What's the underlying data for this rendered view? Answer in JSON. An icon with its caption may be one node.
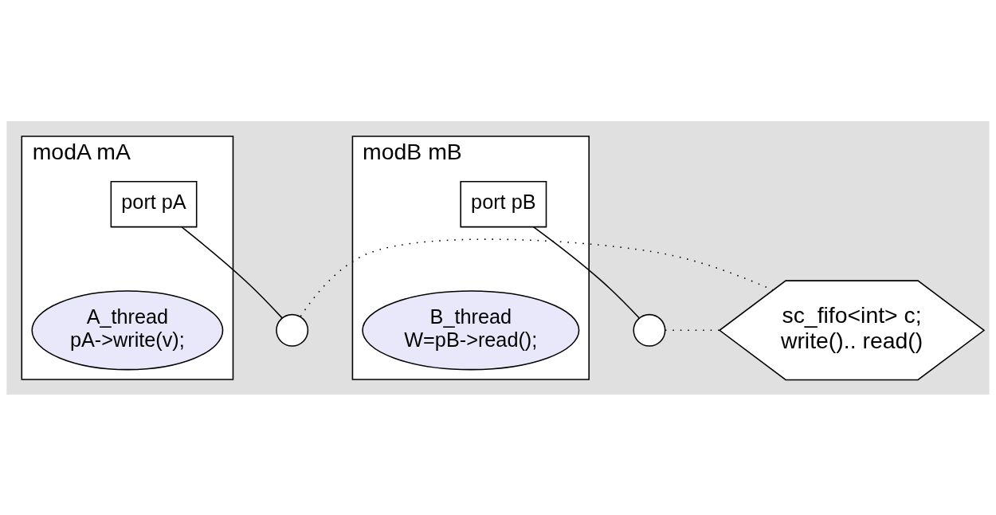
{
  "diagram": {
    "nodes": [
      {
        "text": [
          "sc_fifo<int> c;",
          "write().. read()"
        ]
      },
      {
        "text": [],
        "shape": "circle"
      },
      {
        "text": [],
        "shape": "circle"
      },
      {
        "text": [
          "modA mA"
        ]
      },
      {
        "text": [
          "port pA"
        ],
        "in": 3
      },
      {
        "text": [
          "A_thread",
          "pA->write(v);"
        ],
        "in": 3
      },
      {
        "text": [
          "modB mB"
        ]
      },
      {
        "text": [
          "port pB"
        ],
        "in": 6
      },
      {
        "text": [
          "B_thread",
          "W=pB->read();"
        ],
        "in": 6
      }
    ],
    "edges": [
      {
        "from": 1,
        "to": 0,
        "arrow": "none",
        "style": "dashed"
      },
      {
        "from": 2,
        "to": 0,
        "arrow": "none",
        "style": "dashed"
      },
      {
        "from": 4,
        "to": 1,
        "arrow": "none"
      },
      {
        "from": 7,
        "to": 2,
        "arrow": "none"
      }
    ]
  }
}
